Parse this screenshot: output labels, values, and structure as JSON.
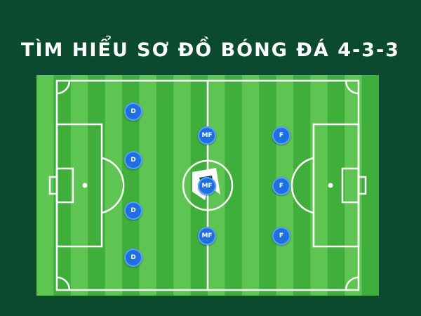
{
  "title": "TÌM HIỂU SƠ ĐỒ BÓNG ĐÁ 4-3-3",
  "colors": {
    "background": "#0c4a2f",
    "pitch_light": "#5ec552",
    "pitch_dark": "#3fae3a",
    "line": "#ffffff",
    "player": "#1e6fe0"
  },
  "center_logo": "logo-icon",
  "players": [
    {
      "label": "D"
    },
    {
      "label": "D"
    },
    {
      "label": "D"
    },
    {
      "label": "D"
    },
    {
      "label": "MF"
    },
    {
      "label": "MF"
    },
    {
      "label": "MF"
    },
    {
      "label": "F"
    },
    {
      "label": "F"
    },
    {
      "label": "F"
    }
  ]
}
